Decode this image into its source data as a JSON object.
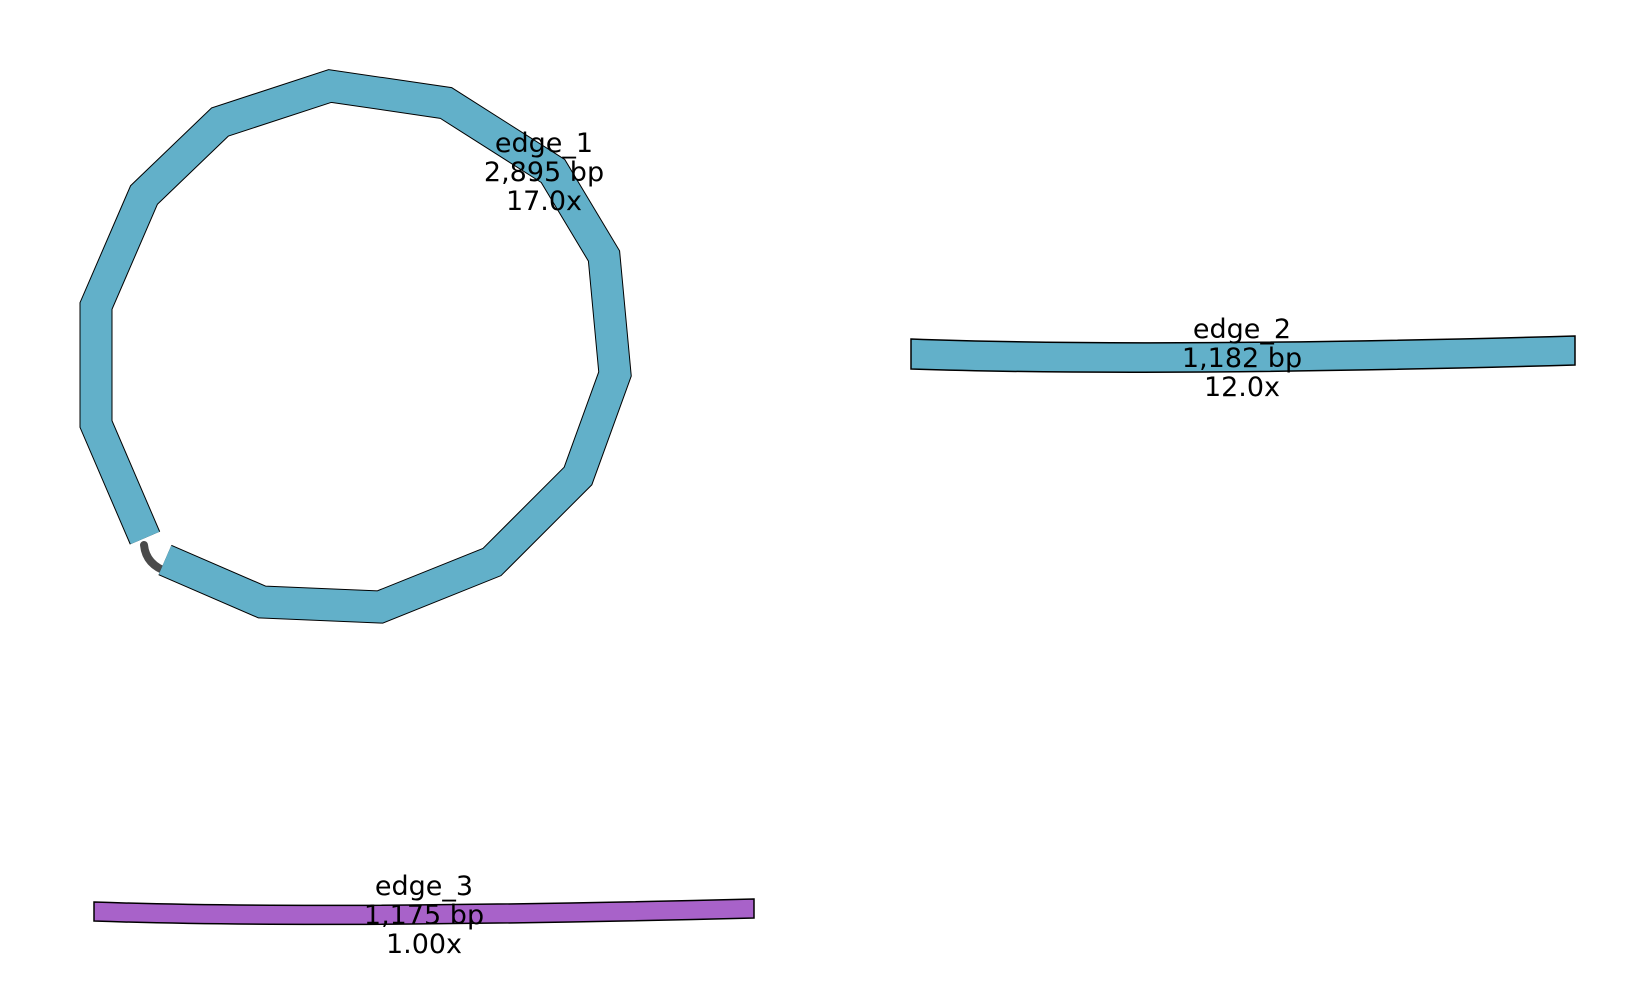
{
  "graph": {
    "background": "#ffffff",
    "outline_color": "#000000",
    "edge_connector_color": "#4a4a4a",
    "nodes": [
      {
        "id": "node-edge-1",
        "name": "edge_1",
        "length": "2,895 bp",
        "depth": "17.0x",
        "color": "#62b0c9",
        "shape": "circular"
      },
      {
        "id": "node-edge-2",
        "name": "edge_2",
        "length": "1,182 bp",
        "depth": "12.0x",
        "color": "#62b0c9",
        "shape": "linear"
      },
      {
        "id": "node-edge-3",
        "name": "edge_3",
        "length": "1,175 bp",
        "depth": "1.00x",
        "color": "#a862c9",
        "shape": "linear"
      }
    ]
  }
}
